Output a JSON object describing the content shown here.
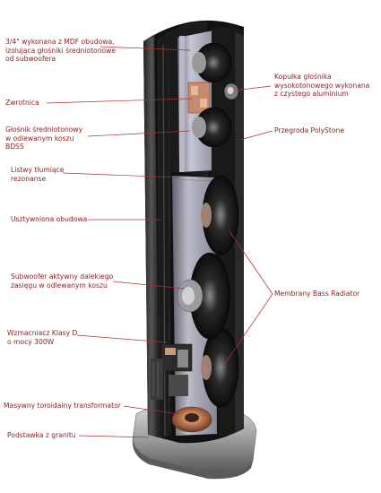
{
  "labels": {
    "mdf_enclosure": "3/4\" wykonana z MDF obudowa,\nizolująca głośniki średniotonowe\nod subwoofera",
    "crossover": "Zwrotnica",
    "midrange_driver": "Głośnik średniotonowy\nw odlewanym koszu\nBDSS",
    "damping_strips": "Listwy tłumiące\nrezonanse",
    "braced_enclosure": "Usztywniona obudowa",
    "subwoofer": "Subwoofer aktywny dalekiego\nzasięgu w odlewanym koszu",
    "amplifier": "Wzmacniacz Klasy D\no mocy 300W",
    "toroidal_transformer": "Masywny toroidalny transformator",
    "granite_base": "Podstawka z granitu",
    "tweeter_dome": "Kopułka głośnika\nwysokotonowego wykonana\nz czystego aluminium",
    "polystone_baffle": "Przegroda PolyStone",
    "bass_radiators": "Membrany Bass Radiator"
  },
  "colors": {
    "label_text": "#8a2222",
    "leader_line": "#b03030",
    "cabinet_dark": "#151515",
    "cabinet_mid": "#3a3a3a",
    "interior_light": "#d8d8e6",
    "base_granite": "#9a9a9a"
  }
}
